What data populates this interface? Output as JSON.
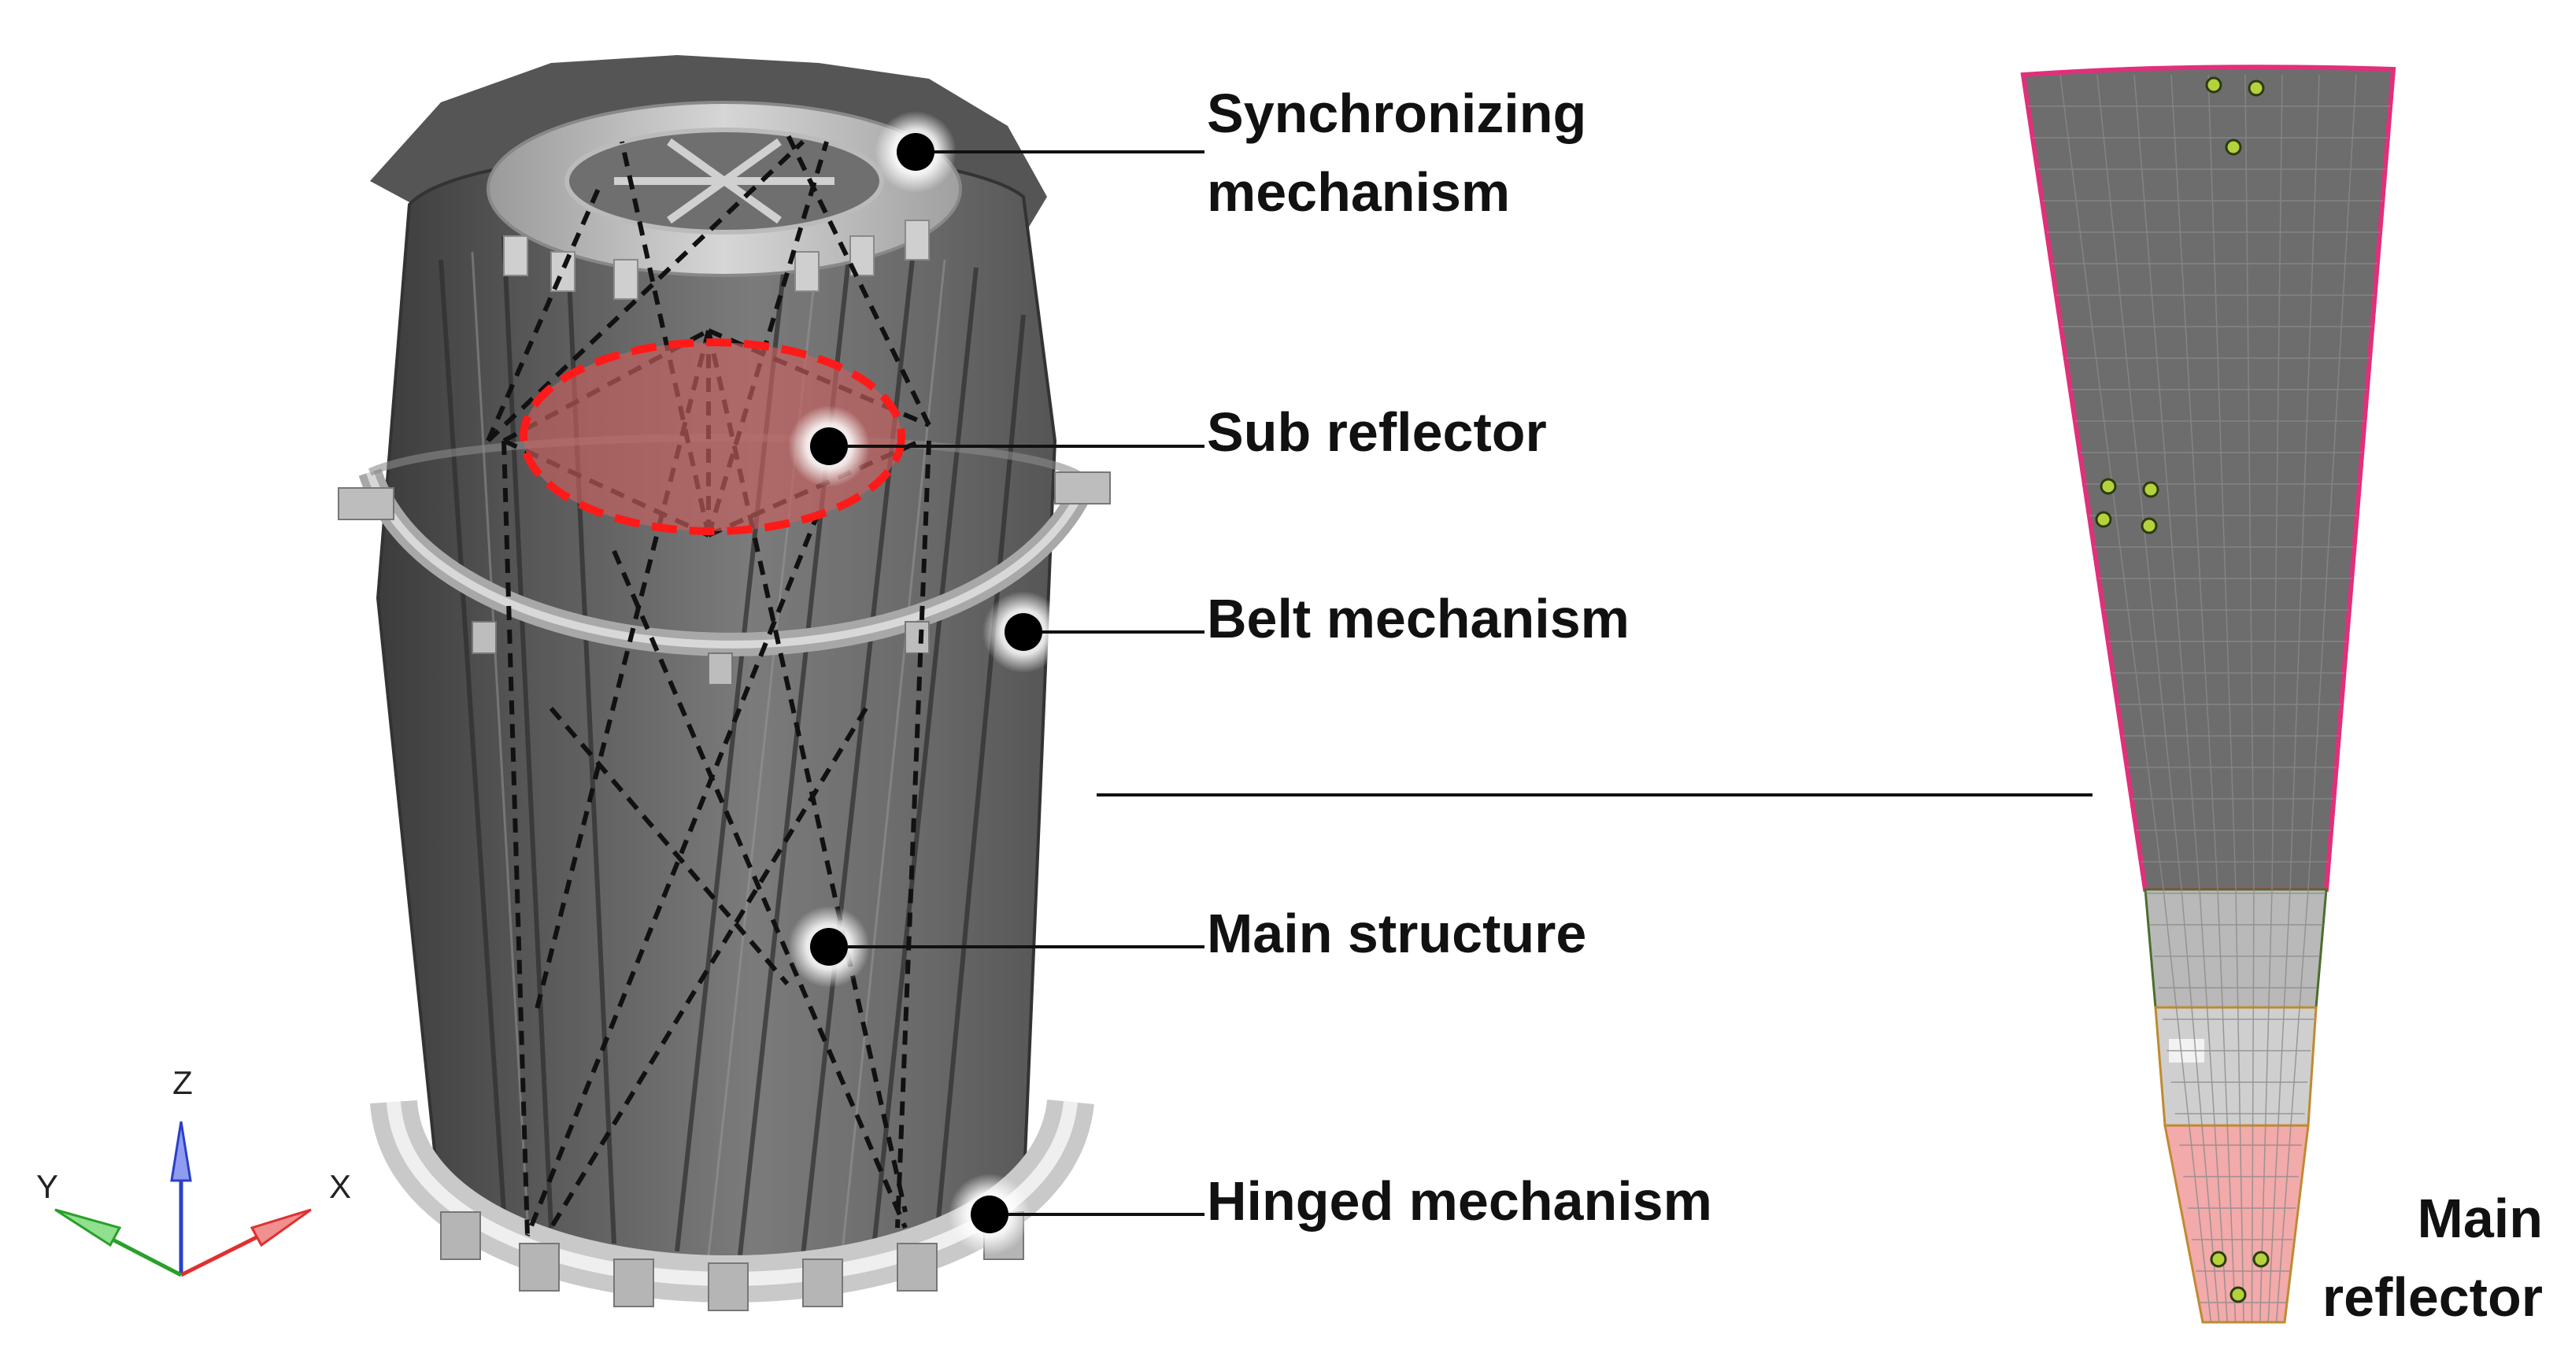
{
  "labels": {
    "synchronizing_line1": "Synchronizing",
    "synchronizing_line2": "mechanism",
    "sub_reflector": "Sub reflector",
    "belt_mechanism": "Belt mechanism",
    "main_structure": "Main structure",
    "hinged_mechanism": "Hinged mechanism",
    "main_reflector_line1": "Main",
    "main_reflector_line2": "reflector"
  },
  "axes": {
    "x": "X",
    "y": "Y",
    "z": "Z"
  },
  "colors": {
    "structure_dark": "#4a4a4a",
    "structure_mid": "#6e6e6e",
    "structure_light": "#bdbdbd",
    "sub_reflector_fill": "#c96060",
    "sub_reflector_outline": "#ff1a1a",
    "panel_gray": "#6d6d6d",
    "panel_outline_magenta": "#e0307a",
    "panel_light_segment": "#b9b9b9",
    "panel_pink_segment": "#f2aaaa",
    "node_marker": "#b4d23c",
    "axis_x": "#e03030",
    "axis_y": "#2aa02a",
    "axis_z": "#2a40c8"
  }
}
